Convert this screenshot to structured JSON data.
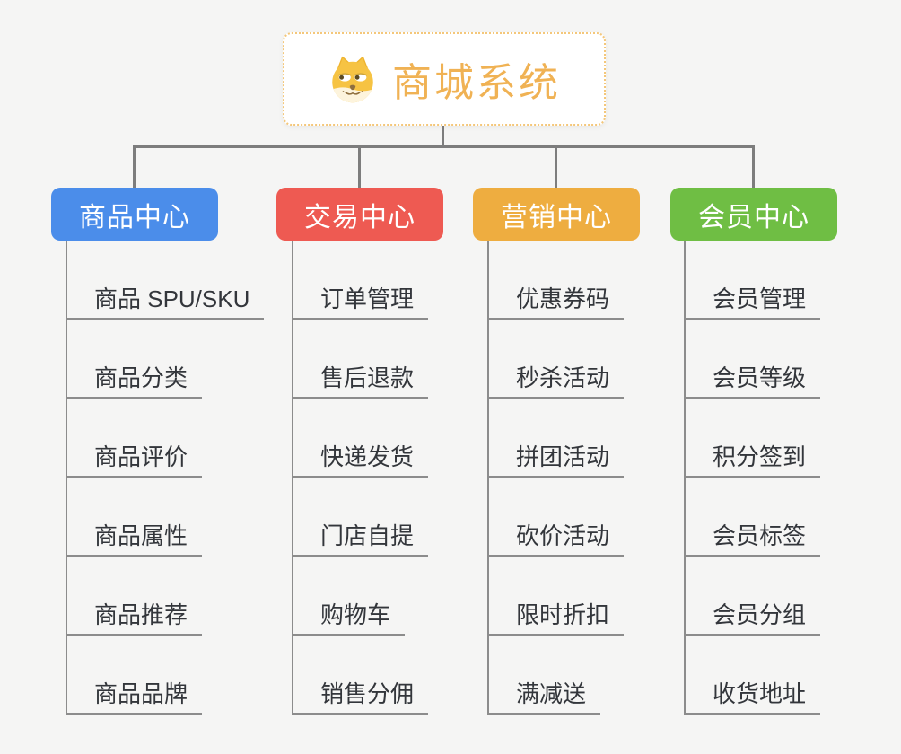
{
  "root": {
    "title": "商城系统",
    "title_color": "#f0b254",
    "icon": "doge-icon"
  },
  "branches": [
    {
      "label": "商品中心",
      "color": "#4b8dea",
      "items": [
        "商品 SPU/SKU",
        "商品分类",
        "商品评价",
        "商品属性",
        "商品推荐",
        "商品品牌"
      ]
    },
    {
      "label": "交易中心",
      "color": "#ee5a52",
      "items": [
        "订单管理",
        "售后退款",
        "快递发货",
        "门店自提",
        "购物车",
        "销售分佣"
      ]
    },
    {
      "label": "营销中心",
      "color": "#eead40",
      "items": [
        "优惠券码",
        "秒杀活动",
        "拼团活动",
        "砍价活动",
        "限时折扣",
        "满减送"
      ]
    },
    {
      "label": "会员中心",
      "color": "#6fbe44",
      "items": [
        "会员管理",
        "会员等级",
        "积分签到",
        "会员标签",
        "会员分组",
        "收货地址"
      ]
    }
  ],
  "connector_color": "#7d7d7d",
  "leaf_line_color": "#8c8c8c"
}
